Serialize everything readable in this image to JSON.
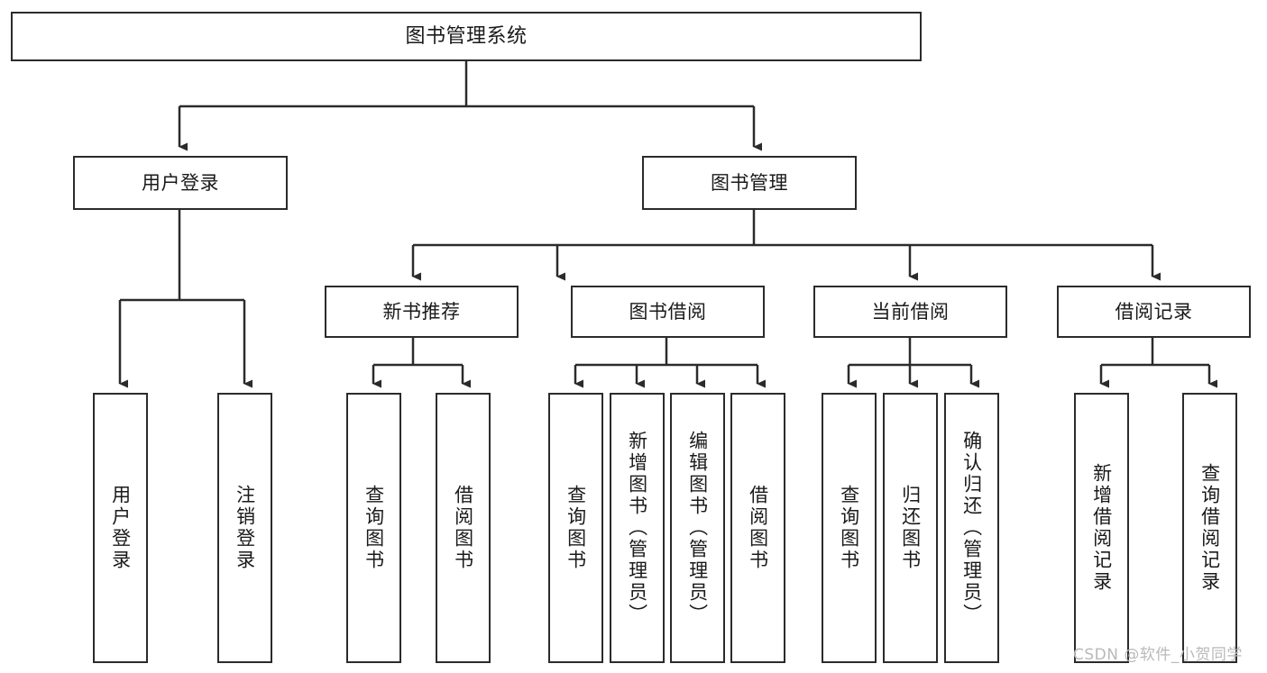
{
  "diagram": {
    "type": "tree-hierarchy-chart",
    "title": "图书管理系统",
    "theme": {
      "background": "#ffffff",
      "box_border": "#2b2b2b",
      "box_fill": "#ffffff",
      "line": "#2b2b2b",
      "text": "#1a1a1a",
      "watermark": "#b9b9b9"
    },
    "nodes": {
      "root": {
        "label": "图书管理系统"
      },
      "level1": [
        {
          "label": "用户登录"
        },
        {
          "label": "图书管理"
        }
      ],
      "level2": [
        {
          "label": "新书推荐"
        },
        {
          "label": "图书借阅"
        },
        {
          "label": "当前借阅"
        },
        {
          "label": "借阅记录"
        }
      ],
      "leaves": {
        "user_login": [
          {
            "label": "用户登录"
          },
          {
            "label": "注销登录"
          }
        ],
        "new_book_recommend": [
          {
            "label": "查询图书"
          },
          {
            "label": "借阅图书"
          }
        ],
        "book_borrow": [
          {
            "label": "查询图书"
          },
          {
            "label": "新增图书（管理员）"
          },
          {
            "label": "编辑图书（管理员）"
          },
          {
            "label": "借阅图书"
          }
        ],
        "current_borrow": [
          {
            "label": "查询图书"
          },
          {
            "label": "归还图书"
          },
          {
            "label": "确认归还（管理员）"
          }
        ],
        "borrow_record": [
          {
            "label": "新增借阅记录"
          },
          {
            "label": "查询借阅记录"
          }
        ]
      }
    },
    "watermark": "CSDN @软件_小贺同学"
  }
}
